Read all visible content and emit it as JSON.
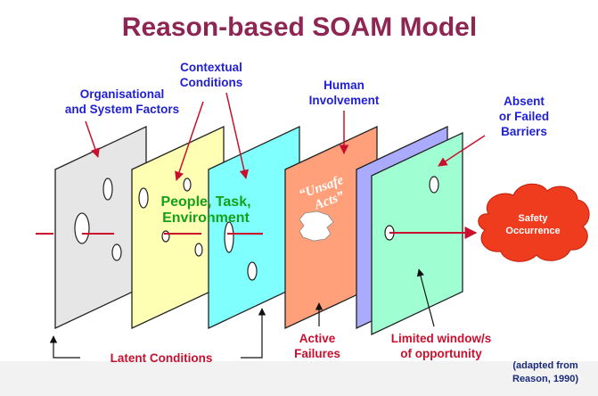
{
  "title": "Reason-based SOAM Model",
  "labels": {
    "org_factors": [
      "Organisational",
      "and System Factors"
    ],
    "contextual": [
      "Contextual",
      "Conditions"
    ],
    "human": [
      "Human",
      "Involvement"
    ],
    "barriers": [
      "Absent",
      "or Failed",
      "Barriers"
    ],
    "people": [
      "People, Task,",
      "Environment"
    ],
    "unsafe": [
      "“Unsafe",
      "Acts”"
    ],
    "safety": [
      "Safety",
      "Occurrence"
    ],
    "latent": "Latent Conditions",
    "active": [
      "Active",
      "Failures"
    ],
    "limited": [
      "Limited window/s",
      "of opportunity"
    ],
    "adapted": [
      "(adapted from",
      "Reason, 1990)"
    ]
  },
  "colors": {
    "title": "#8e2654",
    "blue_label": "#1f1fd6",
    "red_label": "#c8102e",
    "green_label": "#15a01a",
    "slice_org": "#e6e6e6",
    "slice_people": "#ffffb4",
    "slice_context": "#80ffff",
    "slice_unsafe": "#ffa07a",
    "slice_barrier_back": "#aaaaff",
    "slice_barrier_front": "#a0ffd2",
    "cloud": "#f03c1e"
  }
}
